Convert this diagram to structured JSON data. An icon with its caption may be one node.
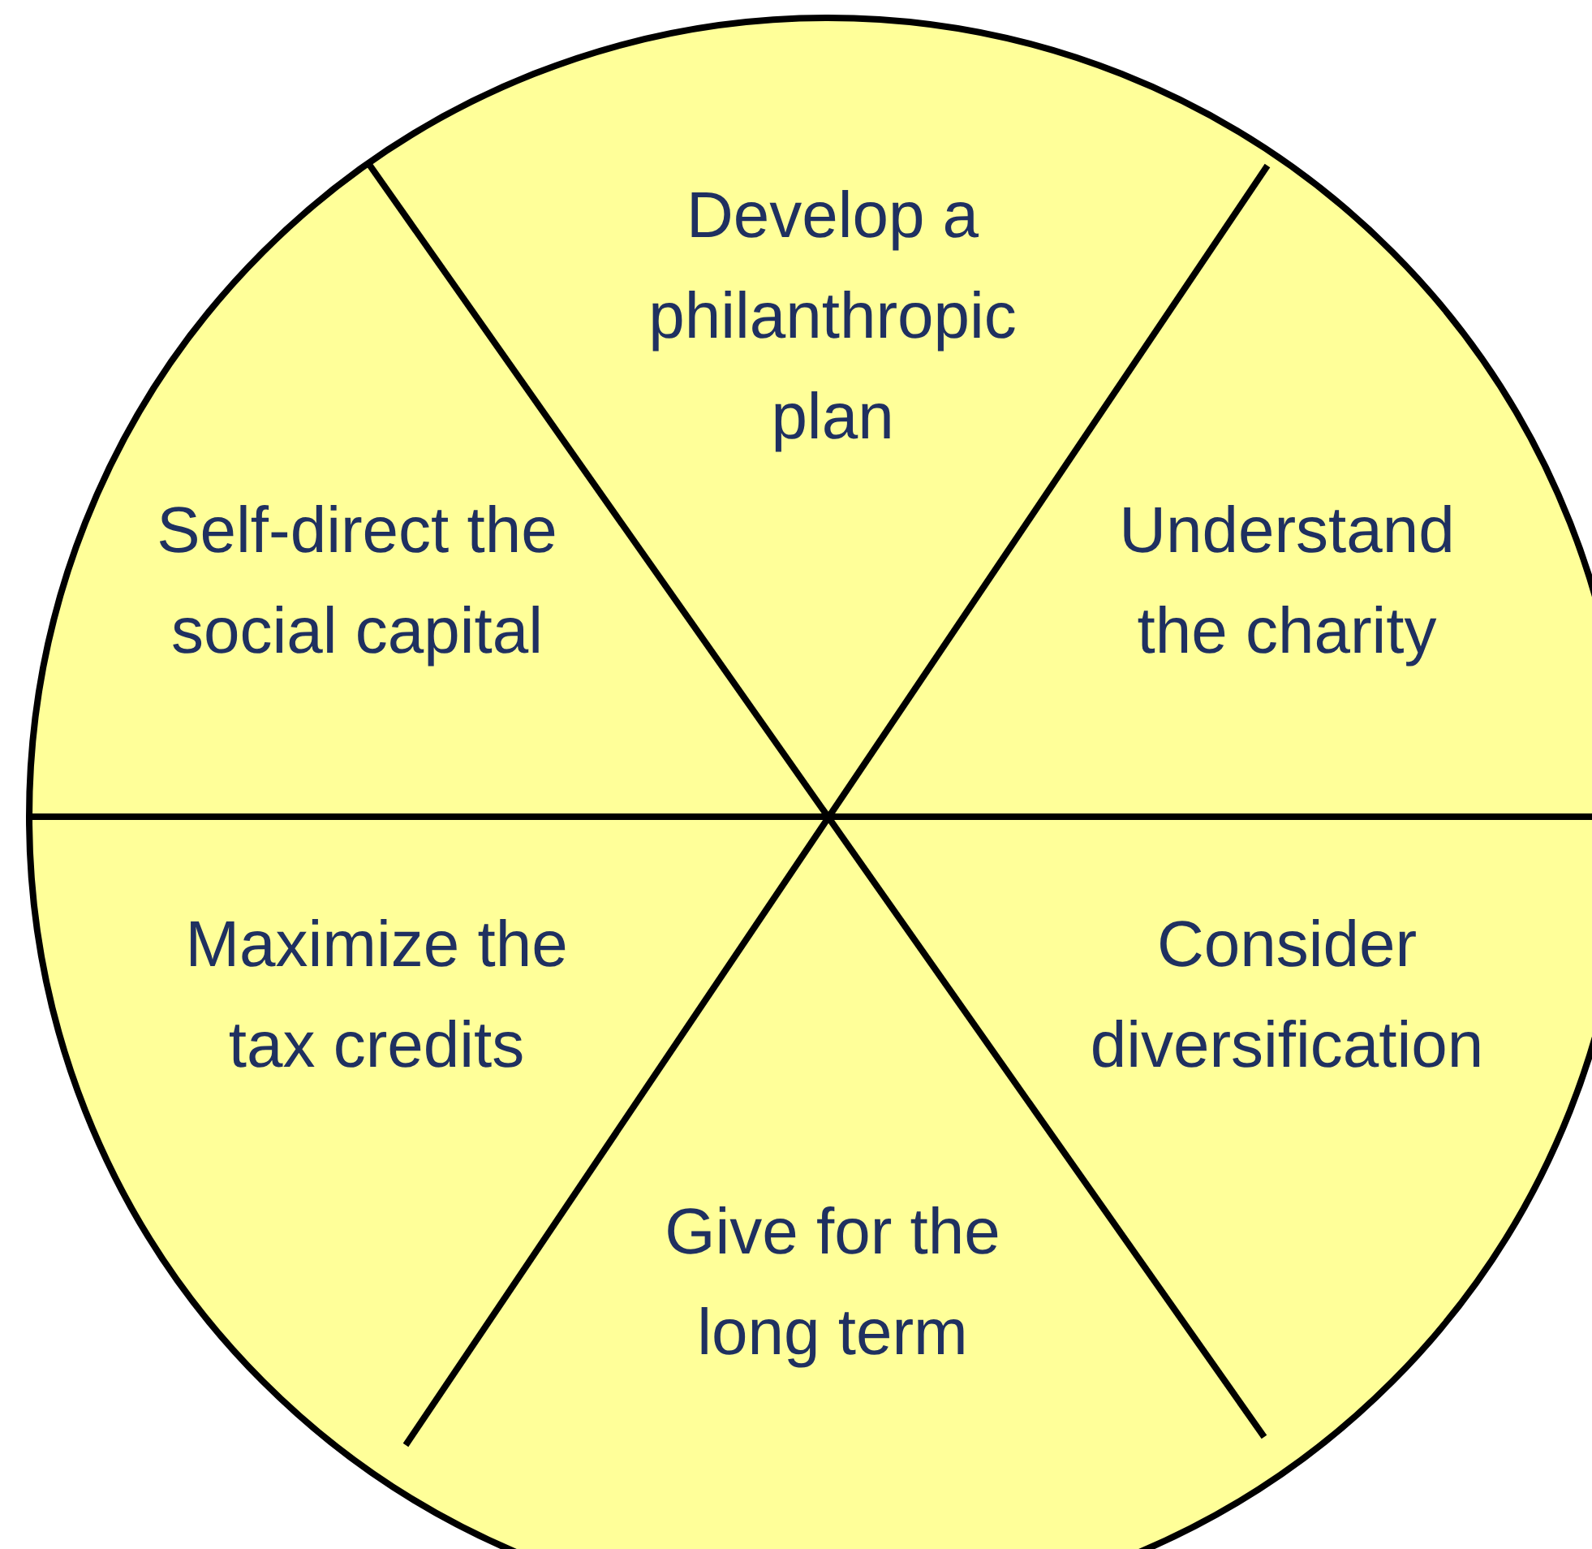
{
  "diagram": {
    "nodes": [
      {
        "text": [
          "Develop a philanthropic plan"
        ]
      },
      {
        "text": [
          "Self-direct the social capital"
        ]
      },
      {
        "text": [
          "Understand the charity"
        ]
      },
      {
        "text": [
          "Maximize the tax credits"
        ]
      },
      {
        "text": [
          "Consider diversification"
        ]
      },
      {
        "text": [
          "Give for the long term"
        ]
      }
    ]
  }
}
